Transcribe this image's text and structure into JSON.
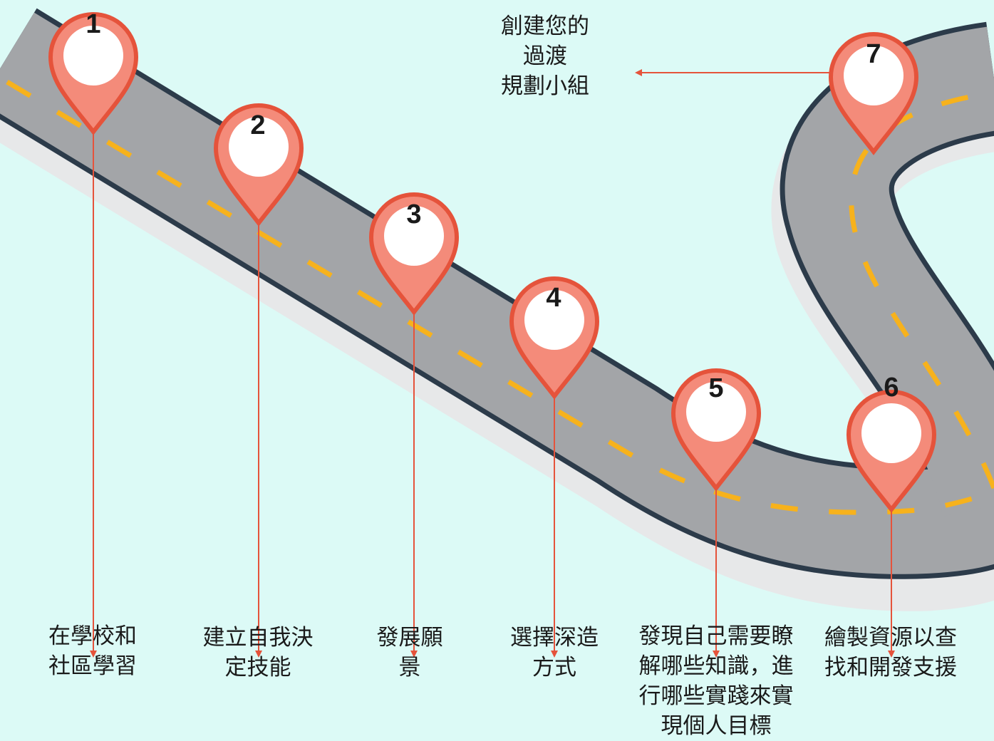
{
  "colors": {
    "background": "#dcfaf6",
    "pin_fill": "#f48b7a",
    "pin_stroke": "#e5533b",
    "pin_inner": "#ffffff",
    "road": "#a3a5a8",
    "road_edge": "#2c3b4a",
    "center_line": "#f7b21c",
    "arrow": "#e5533b"
  },
  "title": "創建您的\n過渡\n規劃小組",
  "steps": [
    {
      "number": "1",
      "label": "在學校和\n社區學習"
    },
    {
      "number": "2",
      "label": "建立自我決\n定技能"
    },
    {
      "number": "3",
      "label": "發展願\n景"
    },
    {
      "number": "4",
      "label": "選擇深造\n方式"
    },
    {
      "number": "5",
      "label": "發現自己需要瞭\n解哪些知識，進\n行哪些實踐來實\n現個人目標"
    },
    {
      "number": "6",
      "label": "繪製資源以查\n找和開發支援"
    },
    {
      "number": "7",
      "label": ""
    }
  ]
}
